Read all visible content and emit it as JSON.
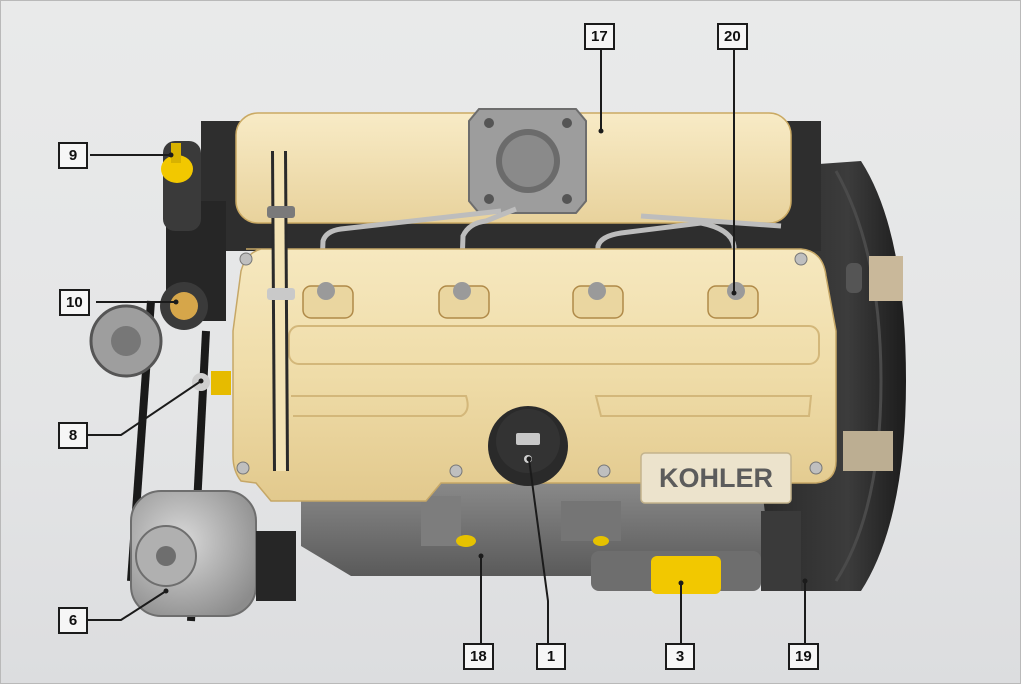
{
  "diagram": {
    "brand_logo_text": "KOHLER",
    "callouts": [
      {
        "id": "c17",
        "label": "17"
      },
      {
        "id": "c20",
        "label": "20"
      },
      {
        "id": "c9",
        "label": "9"
      },
      {
        "id": "c10",
        "label": "10"
      },
      {
        "id": "c8",
        "label": "8"
      },
      {
        "id": "c6",
        "label": "6"
      },
      {
        "id": "c18",
        "label": "18"
      },
      {
        "id": "c1",
        "label": "1"
      },
      {
        "id": "c3",
        "label": "3"
      },
      {
        "id": "c19",
        "label": "19"
      }
    ]
  },
  "colors": {
    "background": "#e5e6e7",
    "cover": "#f0dfae",
    "block": "#6c6c6c",
    "dark": "#1f1f1f",
    "highlight_yellow": "#f2c800",
    "leader": "#1b1b1b"
  }
}
